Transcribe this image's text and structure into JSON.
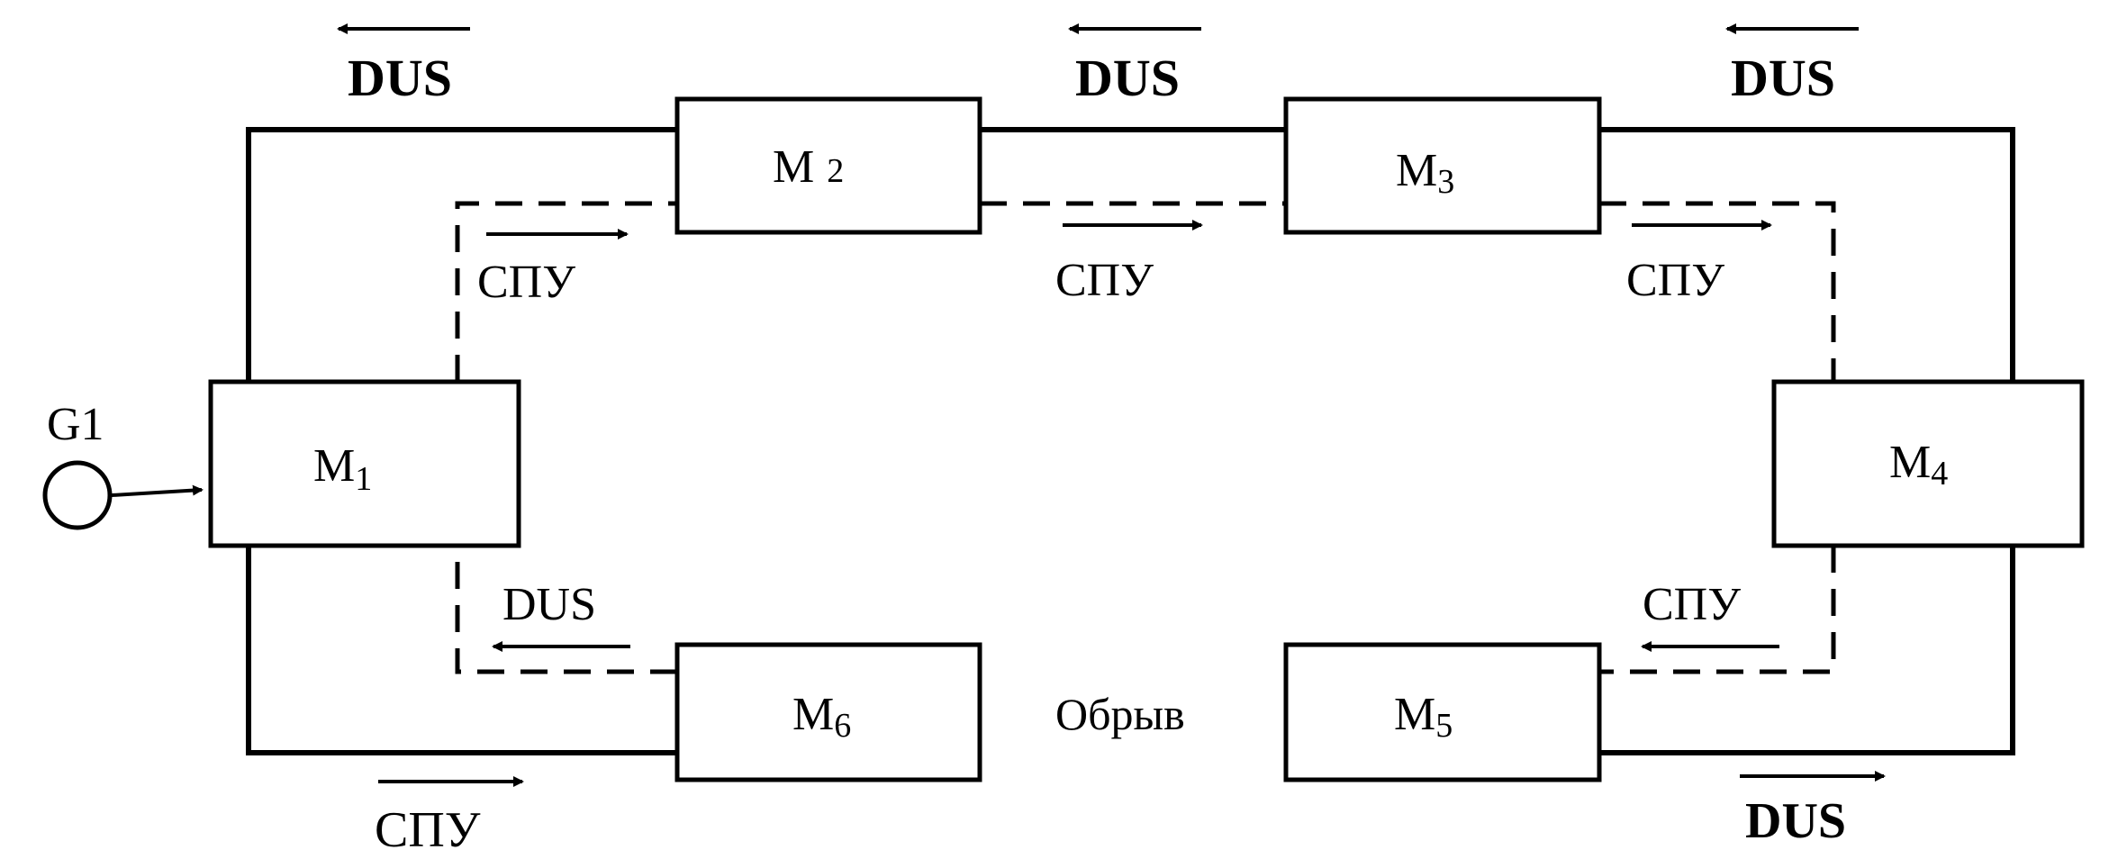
{
  "nodes": {
    "m1": {
      "main": "M",
      "sub": "1"
    },
    "m2": {
      "main": "M",
      "sub": "2"
    },
    "m3": {
      "main": "M",
      "sub": "3"
    },
    "m4": {
      "main": "M",
      "sub": "4"
    },
    "m5": {
      "main": "M",
      "sub": "5"
    },
    "m6": {
      "main": "M",
      "sub": "6"
    }
  },
  "generator": {
    "label": "G1"
  },
  "break_label": "Обрыв",
  "signals": {
    "dus": "DUS",
    "spu": "СПУ"
  }
}
